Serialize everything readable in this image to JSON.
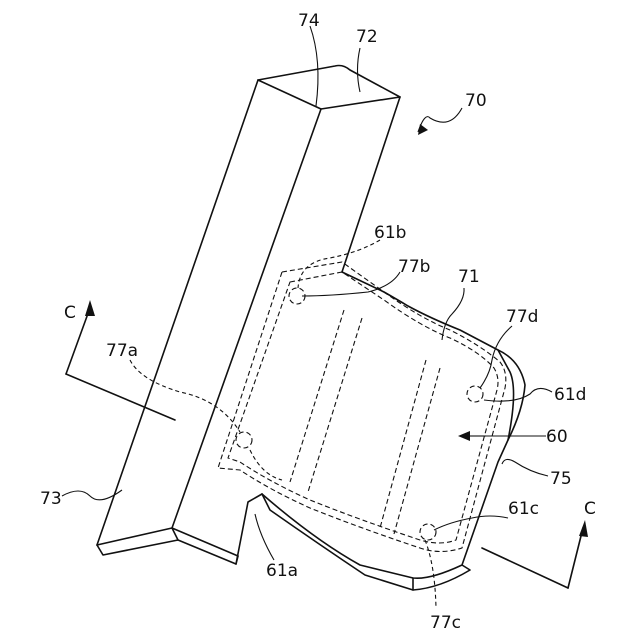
{
  "labels": {
    "l70": "70",
    "l74": "74",
    "l72": "72",
    "l71": "71",
    "l61b": "61b",
    "l77b": "77b",
    "l77d": "77d",
    "l61d": "61d",
    "l60": "60",
    "l75": "75",
    "l61c": "61c",
    "l77c": "77c",
    "l61a": "61a",
    "l73": "73",
    "l77a": "77a",
    "cTop": "C",
    "cBottom": "C"
  }
}
